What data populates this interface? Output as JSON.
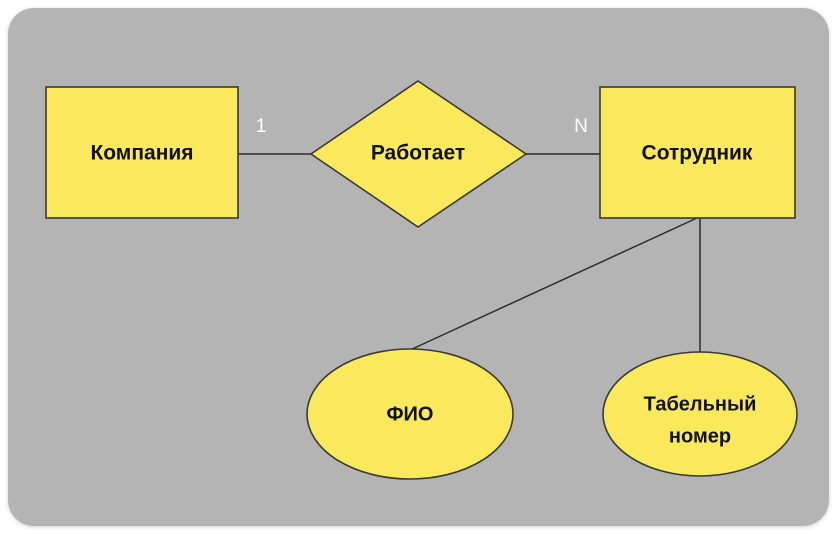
{
  "diagram": {
    "type": "er-diagram",
    "background_color": "#b4b4b4",
    "shape_fill_color": "#fae95c",
    "shape_stroke_color": "#3a3a33",
    "cardinality_text_color": "#ffffff",
    "entities": [
      {
        "id": "company",
        "label": "Компания",
        "shape": "rectangle"
      },
      {
        "id": "employee",
        "label": "Сотрудник",
        "shape": "rectangle"
      }
    ],
    "relationships": [
      {
        "id": "works",
        "label": "Работает",
        "shape": "diamond"
      }
    ],
    "attributes": [
      {
        "id": "fio",
        "label": "ФИО",
        "shape": "ellipse"
      },
      {
        "id": "tab_number",
        "label_line1": "Табельный",
        "label_line2": "номер",
        "shape": "ellipse"
      }
    ],
    "cardinalities": [
      {
        "id": "left",
        "label": "1"
      },
      {
        "id": "right",
        "label": "N"
      }
    ]
  }
}
